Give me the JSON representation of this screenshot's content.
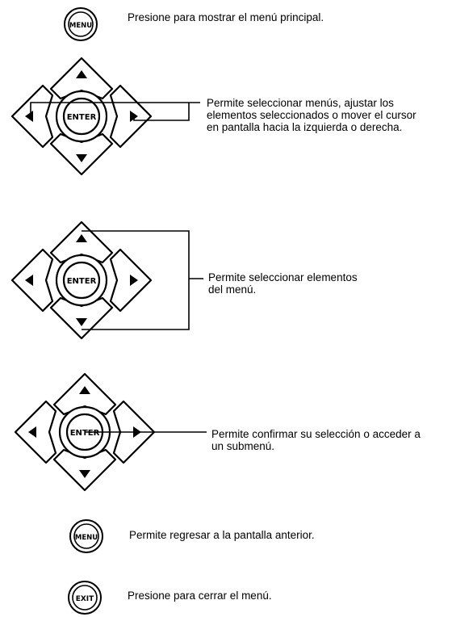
{
  "labels": {
    "menu": "MENU",
    "enter": "ENTER",
    "exit": "EXIT"
  },
  "sections": [
    {
      "id": "menu-top",
      "caption": "Presione para mostrar el menú principal."
    },
    {
      "id": "dpad-left-right",
      "caption": "Permite seleccionar menús, ajustar los\nelementos seleccionados o mover el cursor\nen pantalla hacia la izquierda o derecha."
    },
    {
      "id": "dpad-up-down",
      "caption": "Permite seleccionar elementos\ndel menú."
    },
    {
      "id": "dpad-enter",
      "caption": "Permite confirmar su selección o acceder a\nun submenú."
    },
    {
      "id": "menu-back",
      "caption": "Permite regresar a la pantalla anterior."
    },
    {
      "id": "exit",
      "caption": "Presione para cerrar el menú."
    }
  ],
  "colors": {
    "stroke": "#000000",
    "background": "#ffffff"
  }
}
